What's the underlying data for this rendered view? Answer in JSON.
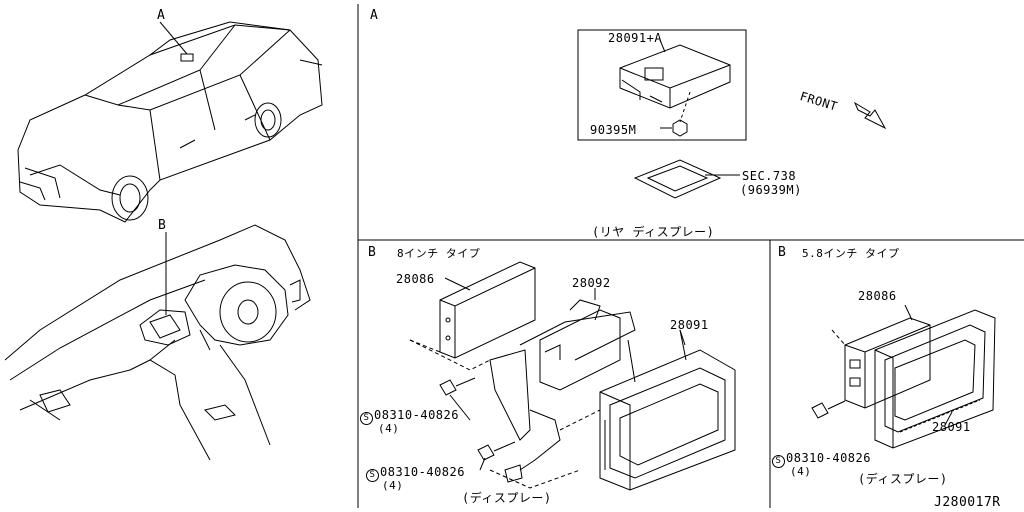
{
  "sections": {
    "a_marker": "A",
    "b_marker": "B",
    "b8_marker": "B",
    "b8_title": "8インチ タイプ",
    "b58_marker": "B",
    "b58_title": "5.8インチ タイプ"
  },
  "callouts": {
    "car_a": "A",
    "dash_b": "B"
  },
  "section_a": {
    "p28091a": "28091+A",
    "p90395m": "90395M",
    "sec738": "SEC.738",
    "p96939m": "(96939M)",
    "front": "FRONT",
    "caption": "(リヤ ディスプレー)"
  },
  "section_b8": {
    "p28086": "28086",
    "p28092": "28092",
    "p28091": "28091",
    "bolt1_symbol": "S",
    "bolt1": "08310-40826",
    "bolt1_qty": "(4)",
    "bolt2_symbol": "S",
    "bolt2": "08310-40826",
    "bolt2_qty": "(4)",
    "caption": "(ディスプレー)"
  },
  "section_b58": {
    "p28086": "28086",
    "p28091": "28091",
    "bolt_symbol": "S",
    "bolt": "08310-40826",
    "bolt_qty": "(4)",
    "caption": "(ディスプレー)"
  },
  "diagram_code": "J280017R"
}
